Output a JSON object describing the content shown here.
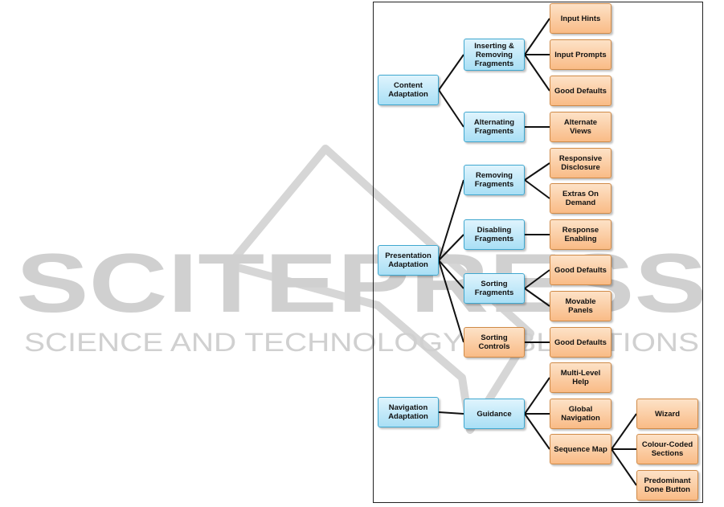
{
  "watermark": {
    "line1": "SCITEPRESS",
    "line2": "SCIENCE AND TECHNOLOGY PUBLICATIONS",
    "color": "#c8c8c8"
  },
  "colors": {
    "category_fill": "#a9dff5",
    "category_border": "#3fa7cf",
    "pattern_fill": "#f9bb86",
    "pattern_border": "#cf8a47",
    "connector": "#111111"
  },
  "nodes": {
    "content_adaptation": "Content\nAdaptation",
    "inserting_removing_fragments": "Inserting &\nRemoving\nFragments",
    "input_hints": "Input Hints",
    "input_prompts": "Input Prompts",
    "good_defaults_1": "Good Defaults",
    "alternating_fragments": "Alternating\nFragments",
    "alternate_views": "Alternate Views",
    "presentation_adaptation": "Presentation\nAdaptation",
    "removing_fragments": "Removing\nFragments",
    "responsive_disclosure": "Responsive\nDisclosure",
    "extras_on_demand": "Extras On\nDemand",
    "disabling_fragments": "Disabling\nFragments",
    "response_enabling": "Response\nEnabling",
    "sorting_fragments": "Sorting\nFragments",
    "good_defaults_2": "Good Defaults",
    "movable_panels": "Movable Panels",
    "sorting_controls": "Sorting Controls",
    "good_defaults_3": "Good Defaults",
    "navigation_adaptation": "Navigation\nAdaptation",
    "guidance": "Guidance",
    "multi_level_help": "Multi-Level Help",
    "global_navigation": "Global\nNavigation",
    "sequence_map": "Sequence Map",
    "wizard": "Wizard",
    "colour_coded_sections": "Colour-Coded\nSections",
    "predominant_done_button": "Predominant\nDone Button"
  },
  "edges": [
    [
      "content_adaptation",
      "inserting_removing_fragments"
    ],
    [
      "content_adaptation",
      "alternating_fragments"
    ],
    [
      "inserting_removing_fragments",
      "input_hints"
    ],
    [
      "inserting_removing_fragments",
      "input_prompts"
    ],
    [
      "inserting_removing_fragments",
      "good_defaults_1"
    ],
    [
      "alternating_fragments",
      "alternate_views"
    ],
    [
      "presentation_adaptation",
      "removing_fragments"
    ],
    [
      "presentation_adaptation",
      "disabling_fragments"
    ],
    [
      "presentation_adaptation",
      "sorting_fragments"
    ],
    [
      "presentation_adaptation",
      "sorting_controls"
    ],
    [
      "removing_fragments",
      "responsive_disclosure"
    ],
    [
      "removing_fragments",
      "extras_on_demand"
    ],
    [
      "disabling_fragments",
      "response_enabling"
    ],
    [
      "sorting_fragments",
      "good_defaults_2"
    ],
    [
      "sorting_fragments",
      "movable_panels"
    ],
    [
      "sorting_controls",
      "good_defaults_3"
    ],
    [
      "navigation_adaptation",
      "guidance"
    ],
    [
      "guidance",
      "multi_level_help"
    ],
    [
      "guidance",
      "global_navigation"
    ],
    [
      "guidance",
      "sequence_map"
    ],
    [
      "sequence_map",
      "wizard"
    ],
    [
      "sequence_map",
      "colour_coded_sections"
    ],
    [
      "sequence_map",
      "predominant_done_button"
    ]
  ]
}
